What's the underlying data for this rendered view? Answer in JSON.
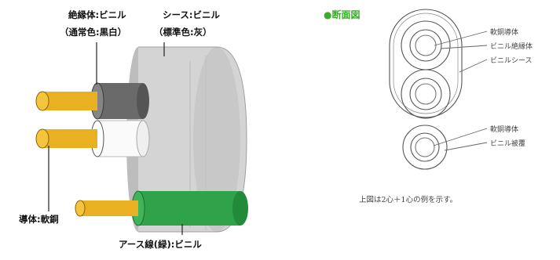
{
  "left_figure": {
    "insulation_label_line1": "絶縁体:ビニル",
    "insulation_label_line2": "（通常色:黒白）",
    "sheath_label_line1": "シース:ビニル",
    "sheath_label_line2": "（標準色:灰）",
    "conductor_label": "導体:軟銅",
    "earth_label": "アース線(緑):ビニル"
  },
  "cross_section": {
    "heading": "●断面図",
    "label_conductor_1": "軟銅導体",
    "label_insulation": "ビニル絶縁体",
    "label_sheath": "ビニルシース",
    "label_conductor_2": "軟銅導体",
    "label_covering": "ビニル被覆",
    "caption": "上図は2心＋1心の例を示す。"
  },
  "colors": {
    "copper": "#e9b021",
    "sheath": "#cfcfcf",
    "black_insulation": "#6f6f6f",
    "earth_green": "#2fa24a",
    "heading_green": "#3aae2a"
  }
}
